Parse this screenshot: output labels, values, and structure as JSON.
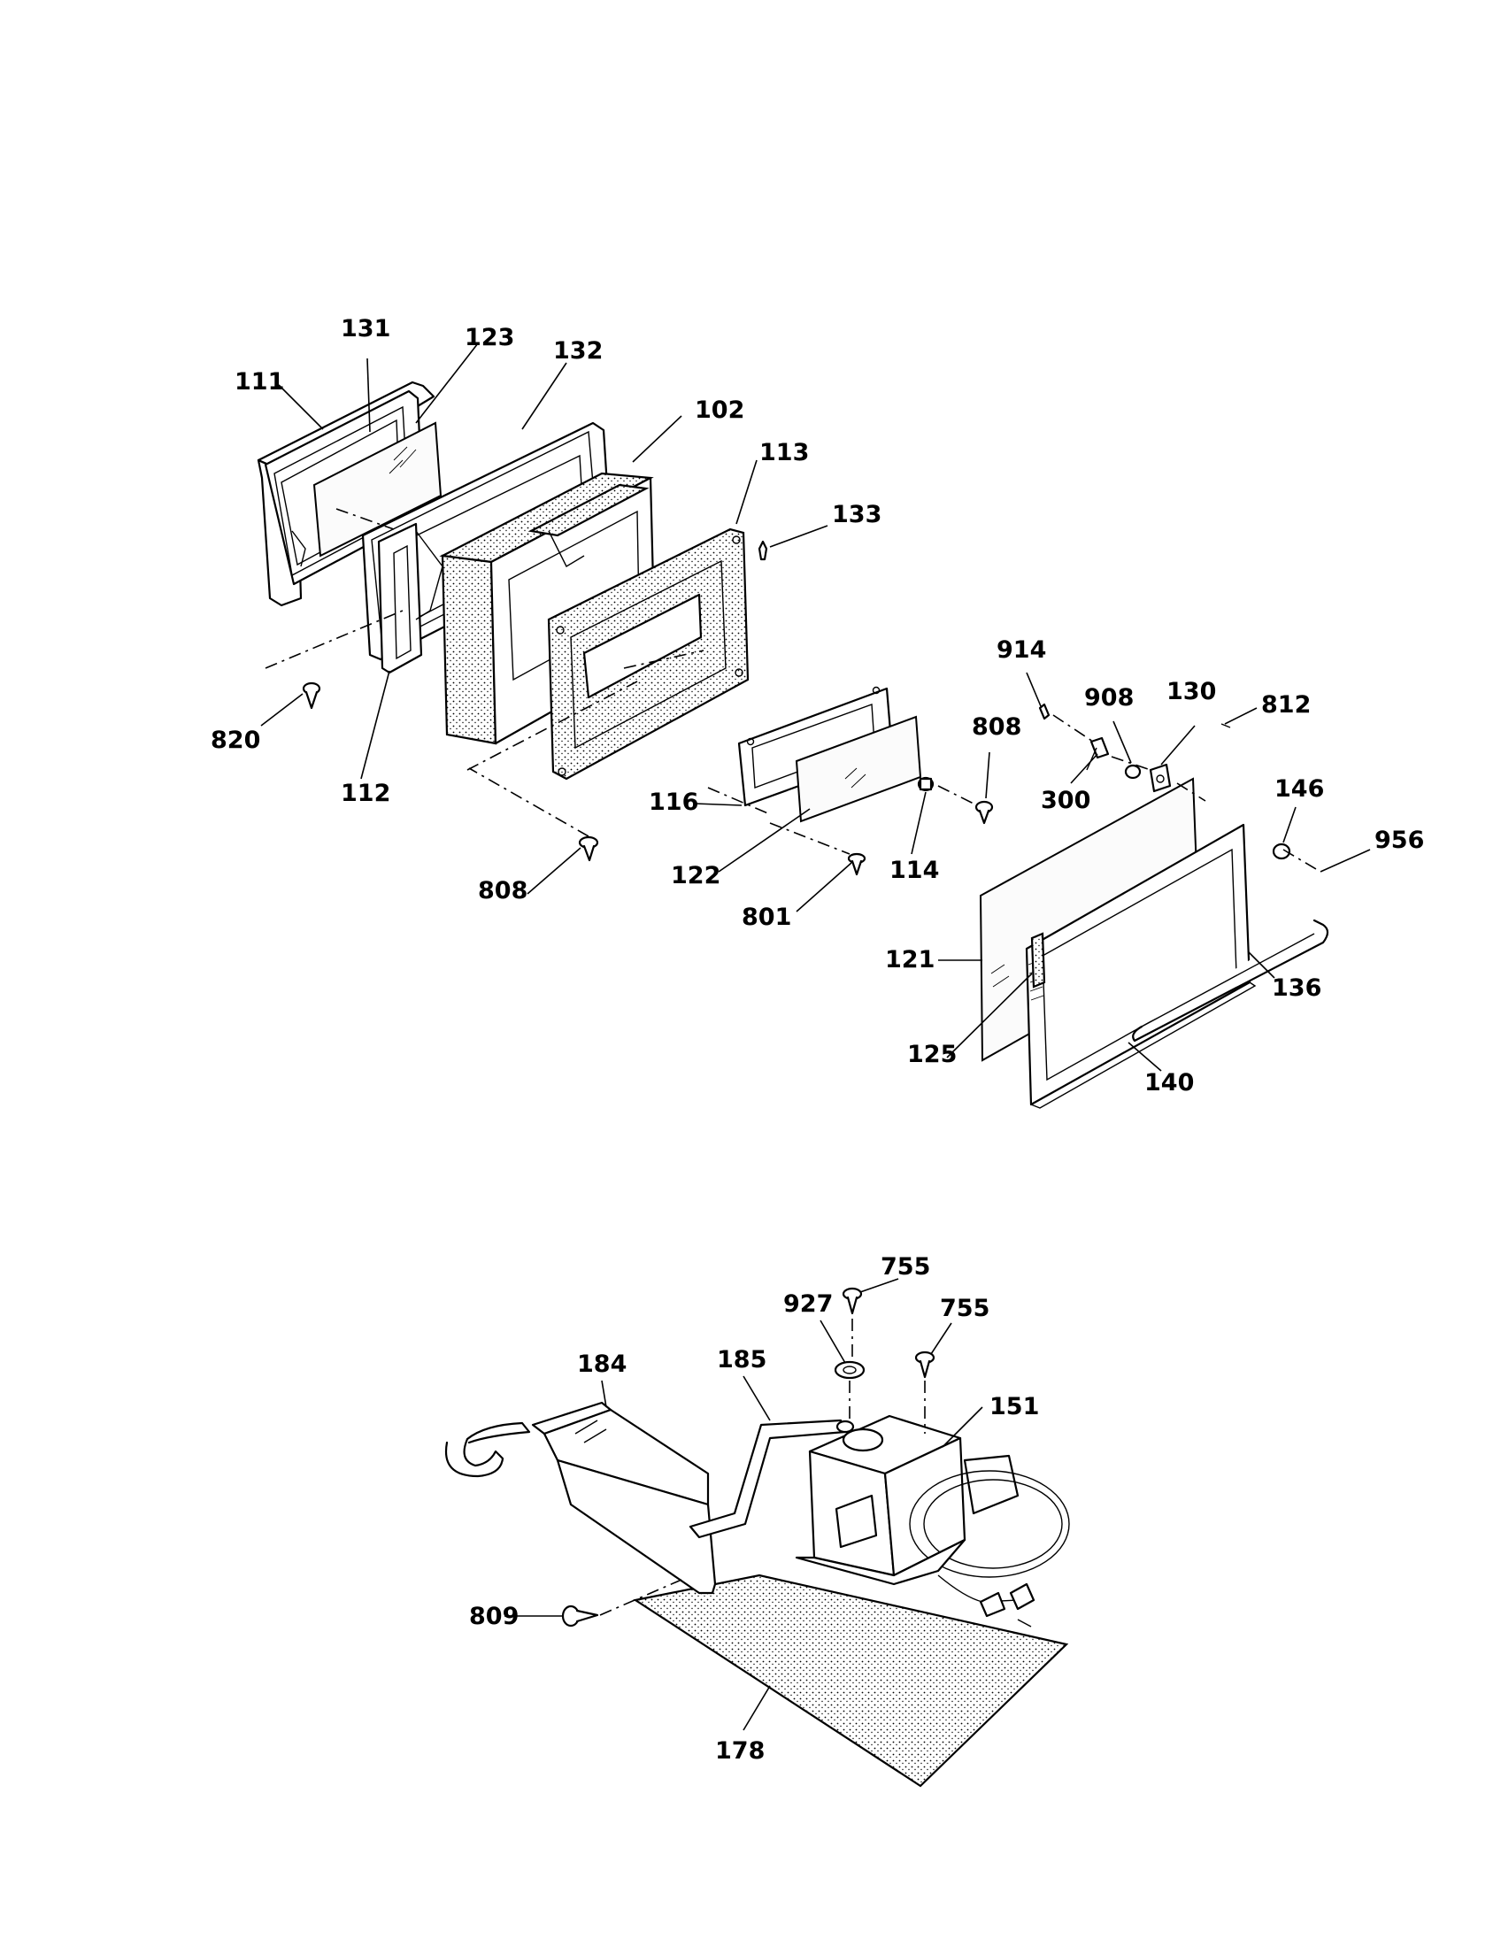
{
  "diagram": {
    "door_assembly_labels": {
      "p111": "111",
      "p131": "131",
      "p123": "123",
      "p132": "132",
      "p102": "102",
      "p113": "113",
      "p133": "133",
      "p820": "820",
      "p112": "112",
      "p808a": "808",
      "p116": "116",
      "p122": "122",
      "p801": "801",
      "p114": "114",
      "p808b": "808",
      "p914": "914",
      "p908": "908",
      "p130": "130",
      "p812": "812",
      "p300": "300",
      "p146": "146",
      "p956": "956",
      "p121": "121",
      "p136": "136",
      "p125": "125",
      "p140": "140"
    },
    "latch_assembly_labels": {
      "p755a": "755",
      "p927": "927",
      "p755b": "755",
      "p184": "184",
      "p185": "185",
      "p151": "151",
      "p809": "809",
      "p178": "178"
    }
  }
}
